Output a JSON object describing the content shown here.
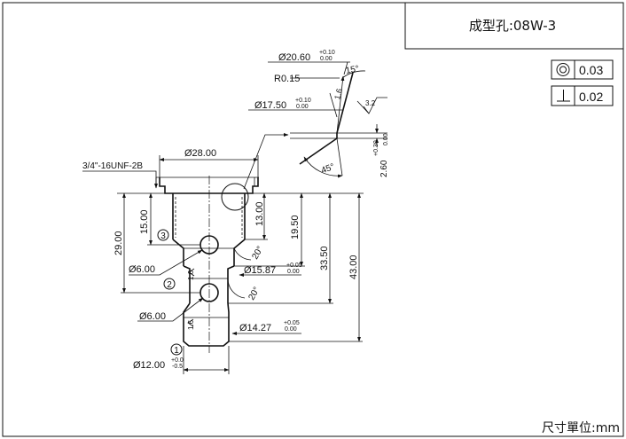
{
  "title_block": {
    "title": "成型孔:08W-3"
  },
  "units_note": "尺寸單位:mm",
  "tolerances": {
    "concentricity": {
      "symbol": "concentricity-symbol",
      "value": "0.03"
    },
    "perpendicularity": {
      "symbol": "perpendicularity-symbol",
      "value": "0.02"
    }
  },
  "detail_labels": {
    "dia_top": "Ø20.60",
    "dia_top_tol_upper": "+0.10",
    "dia_top_tol_lower": "0.00",
    "angle_15": "15°",
    "radius": "R0.15",
    "roughness_16": "1.6",
    "roughness_32": "3.2",
    "dia_seat": "Ø17.50",
    "dia_seat_tol_upper": "+0.10",
    "dia_seat_tol_lower": "0.00",
    "angle_45": "45°",
    "depth": "2.60",
    "depth_tol_upper": "+0.30",
    "depth_tol_lower": "0.00"
  },
  "main_labels": {
    "thread": "3/4\"-16UNF-2B",
    "dia_28": "Ø28.00",
    "dim_15": "15.00",
    "dim_29": "29.00",
    "dim_13": "13.00",
    "dim_1950": "19.50",
    "dim_3350": "33.50",
    "dim_43": "43.00",
    "port_3": "3",
    "port_2": "2",
    "port_1": "1",
    "angle_20a": "20°",
    "angle_20b": "20°",
    "dia_6a": "Ø6.00",
    "dia_6b": "Ø6.00",
    "rough_a": "1.6",
    "rough_b": "1.6",
    "dia_1587": "Ø15.87",
    "dia_1587_tol_upper": "+0.05",
    "dia_1587_tol_lower": "0.00",
    "dia_1427": "Ø14.27",
    "dia_1427_tol_upper": "+0.05",
    "dia_1427_tol_lower": "0.00",
    "dia_12": "Ø12.00",
    "dia_12_tol_upper": "+0.0",
    "dia_12_tol_lower": "-0.5"
  }
}
